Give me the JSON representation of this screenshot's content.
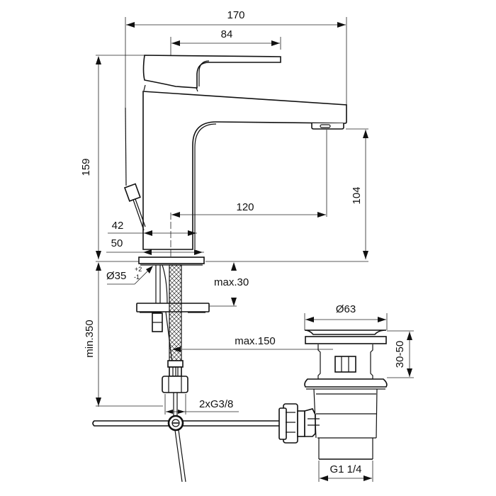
{
  "drawing": {
    "title": "Single-lever basin mixer with pop-up waste - technical dimension drawing",
    "background": "#ffffff",
    "line_color": "#111111"
  },
  "dimensions": {
    "overall_length": "170",
    "lever_length": "84",
    "overall_height": "159",
    "spout_height": "104",
    "spout_reach": "120",
    "body_width_upper": "42",
    "body_width_base": "50",
    "hole_diameter_main": "Ø35",
    "hole_tolerance_plus": "+2",
    "hole_tolerance_minus": "-1",
    "max_deck_thickness": "max.30",
    "min_connection_length": "min.350",
    "max_pullrod_offset": "max.150",
    "connection_thread": "2xG3/8",
    "waste_diameter": "Ø63",
    "waste_deck_range": "30-50",
    "waste_thread": "G1 1/4"
  },
  "components": [
    {
      "name": "lever-handle"
    },
    {
      "name": "mixer-body"
    },
    {
      "name": "spout-aerator"
    },
    {
      "name": "pop-up-rod"
    },
    {
      "name": "base-plate"
    },
    {
      "name": "fixing-bracket"
    },
    {
      "name": "braided-flex-hose"
    },
    {
      "name": "compression-nut"
    },
    {
      "name": "horizontal-pull-rod"
    },
    {
      "name": "waste-plug"
    },
    {
      "name": "waste-body"
    },
    {
      "name": "waste-side-nut"
    }
  ]
}
